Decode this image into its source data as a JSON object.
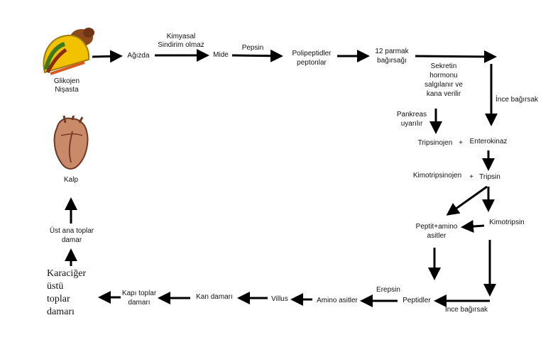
{
  "food_labels": {
    "glycogen": "Glikojen",
    "starch": "Nişasta"
  },
  "heart_label": "Kalp",
  "top_row": {
    "mouth": "Ağızda",
    "chem_digest_line1": "Kimyasal",
    "chem_digest_line2": "Sindirim olmaz",
    "stomach": "Mide",
    "pepsin": "Pepsin",
    "polypeptides_line1": "Polipeptidler",
    "polypeptides_line2": "peptonlar",
    "duodenum_line1": "12 parmak",
    "duodenum_line2": "bağırsağı"
  },
  "right_column": {
    "secretin_line1": "Sekretin",
    "secretin_line2": "hormonu",
    "secretin_line3": "salgılanır ve",
    "secretin_line4": "kana verilir",
    "small_intestine_top": "İnce bağırsak",
    "pancreas_line1": "Pankreas",
    "pancreas_line2": "uyarılır",
    "trypsinogen": "Tripsinojen",
    "plus1": "+",
    "enterokinase": "Enterokinaz",
    "chymotrypsinogen": "Kimotripsinojen",
    "plus2": "+",
    "trypsin": "Tripsin",
    "peptide_amino_line1": "Peptit+amino",
    "peptide_amino_line2": "asitler",
    "chymotrypsin": "Kimotripsin"
  },
  "bottom_row": {
    "erepsin": "Erepsin",
    "peptides": "Peptidler",
    "small_intestine_bottom": "İnce bağırsak",
    "amino_acids": "Amino asitler",
    "villus": "Villus",
    "blood_vessel": "Kan damarı",
    "portal_line1": "Kapı toplar",
    "portal_line2": "damarı"
  },
  "left_column": {
    "hepatic_line1": "Karaciğer",
    "hepatic_line2": "üstü",
    "hepatic_line3": "toplar",
    "hepatic_line4": "damarı",
    "vena_cava_line1": "Üst ana toplar",
    "vena_cava_line2": "damar"
  },
  "colors": {
    "arrow": "#000000",
    "taco_shell": "#f2c200",
    "heart": "#c98a6a"
  }
}
